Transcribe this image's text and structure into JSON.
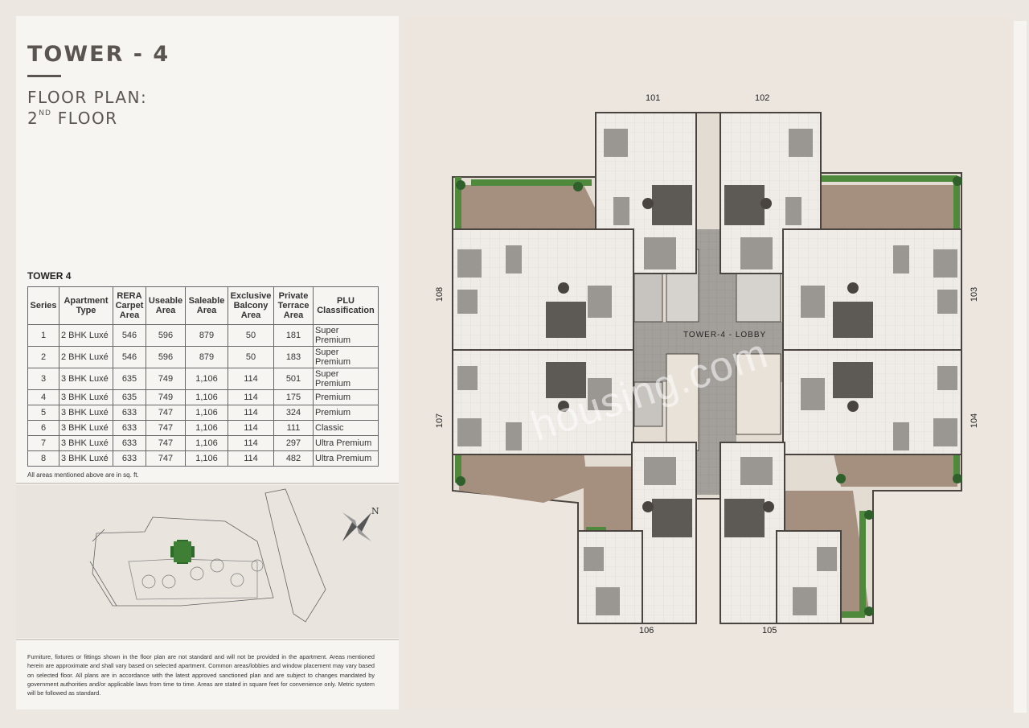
{
  "header": {
    "title": "TOWER - 4",
    "floor_plan_label": "FLOOR PLAN:",
    "floor_number": "2",
    "floor_suffix": "ND",
    "floor_word": "FLOOR"
  },
  "table": {
    "heading": "TOWER 4",
    "columns": [
      "Series",
      "Apartment Type",
      "RERA Carpet Area",
      "Useable Area",
      "Saleable Area",
      "Exclusive Balcony Area",
      "Private Terrace Area",
      "PLU Classification"
    ],
    "rows": [
      [
        "1",
        "2 BHK Luxé",
        "546",
        "596",
        "879",
        "50",
        "181",
        "Super Premium"
      ],
      [
        "2",
        "2 BHK Luxé",
        "546",
        "596",
        "879",
        "50",
        "183",
        "Super Premium"
      ],
      [
        "3",
        "3 BHK Luxé",
        "635",
        "749",
        "1,106",
        "114",
        "501",
        "Super Premium"
      ],
      [
        "4",
        "3 BHK Luxé",
        "635",
        "749",
        "1,106",
        "114",
        "175",
        "Premium"
      ],
      [
        "5",
        "3 BHK Luxé",
        "633",
        "747",
        "1,106",
        "114",
        "324",
        "Premium"
      ],
      [
        "6",
        "3 BHK Luxé",
        "633",
        "747",
        "1,106",
        "114",
        "111",
        "Classic"
      ],
      [
        "7",
        "3 BHK Luxé",
        "633",
        "747",
        "1,106",
        "114",
        "297",
        "Ultra Premium"
      ],
      [
        "8",
        "3 BHK Luxé",
        "633",
        "747",
        "1,106",
        "114",
        "482",
        "Ultra Premium"
      ]
    ],
    "note": "All areas mentioned above are in sq. ft."
  },
  "compass": {
    "north_label": "N"
  },
  "disclaimer": "Furniture, fixtures or fittings shown in the floor plan are not standard and will not be provided in the apartment. Areas mentioned herein are approximate and shall vary based on selected apartment. Common areas/lobbies and window placement may vary based on selected floor. All plans are in accordance with the latest approved sanctioned plan and are subject to changes mandated by government authorities and/or applicable laws from time to time. Areas are stated in square feet for convenience only. Metric system will be followed as standard.",
  "plan": {
    "lobby_label": "TOWER-4 - LOBBY",
    "unit_labels": {
      "u101": "101",
      "u102": "102",
      "u103": "103",
      "u104": "104",
      "u105": "105",
      "u106": "106",
      "u107": "107",
      "u108": "108"
    },
    "watermark": "housing.com"
  },
  "colors": {
    "terrace": "#a58f7e",
    "room_floor": "#efebe6",
    "wall": "#4a4440",
    "lobby": "#9c9a97",
    "greenery": "#4f8a3c"
  }
}
